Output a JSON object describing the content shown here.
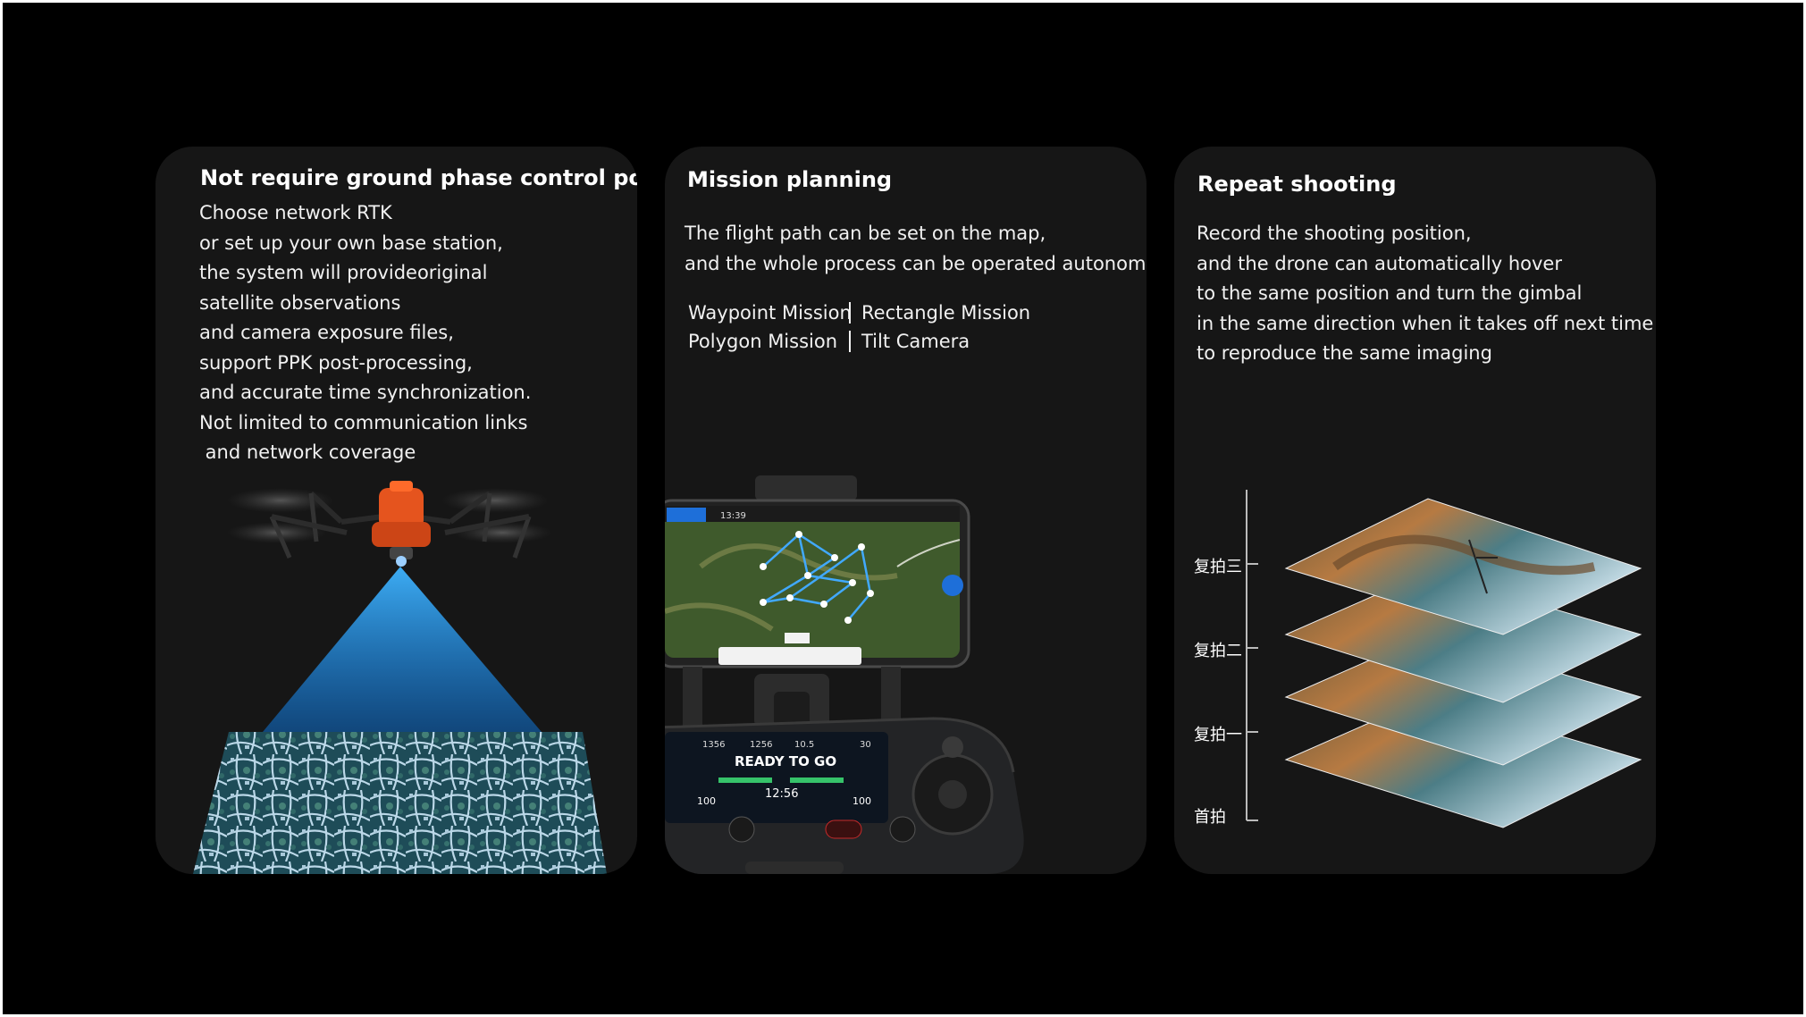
{
  "colors": {
    "background": "#000000",
    "card": "#161616",
    "text": "#f1f1f1",
    "drone_orange": "#e5541e",
    "beam_blue": "#1a8ee6",
    "app_accent": "#1e6fd9"
  },
  "cards": [
    {
      "title": "Not require ground phase control points",
      "lines": [
        "Choose network RTK",
        "or set up your own base station,",
        "the system will provideoriginal",
        "satellite observations",
        "and camera exposure files,",
        "support PPK post-processing,",
        "and accurate time synchronization.",
        "Not limited to communication links",
        " and network coverage"
      ],
      "illustration": "drone-rtk-scan"
    },
    {
      "title": "Mission planning",
      "lines": [
        "The flight path can be set on the map,",
        "and the whole process can be operated autonomously"
      ],
      "missions": [
        [
          "Waypoint Mission",
          "Rectangle Mission"
        ],
        [
          "Polygon Mission",
          "Tilt Camera"
        ]
      ],
      "controller": {
        "status": "READY TO GO",
        "time": "12:56",
        "battery_left": "100",
        "battery_right": "100",
        "stat1": "1356",
        "stat2": "1256",
        "stat3": "10.5",
        "stat4": "30"
      },
      "phone_time": "13:39"
    },
    {
      "title": "Repeat shooting",
      "lines": [
        "Record the shooting position,",
        "and the drone can automatically hover",
        "to the same position and turn the gimbal",
        "in the same direction when it takes off next time",
        "to reproduce the same imaging"
      ],
      "shots": [
        "复拍三",
        "复拍二",
        "复拍一",
        "首拍"
      ]
    }
  ]
}
